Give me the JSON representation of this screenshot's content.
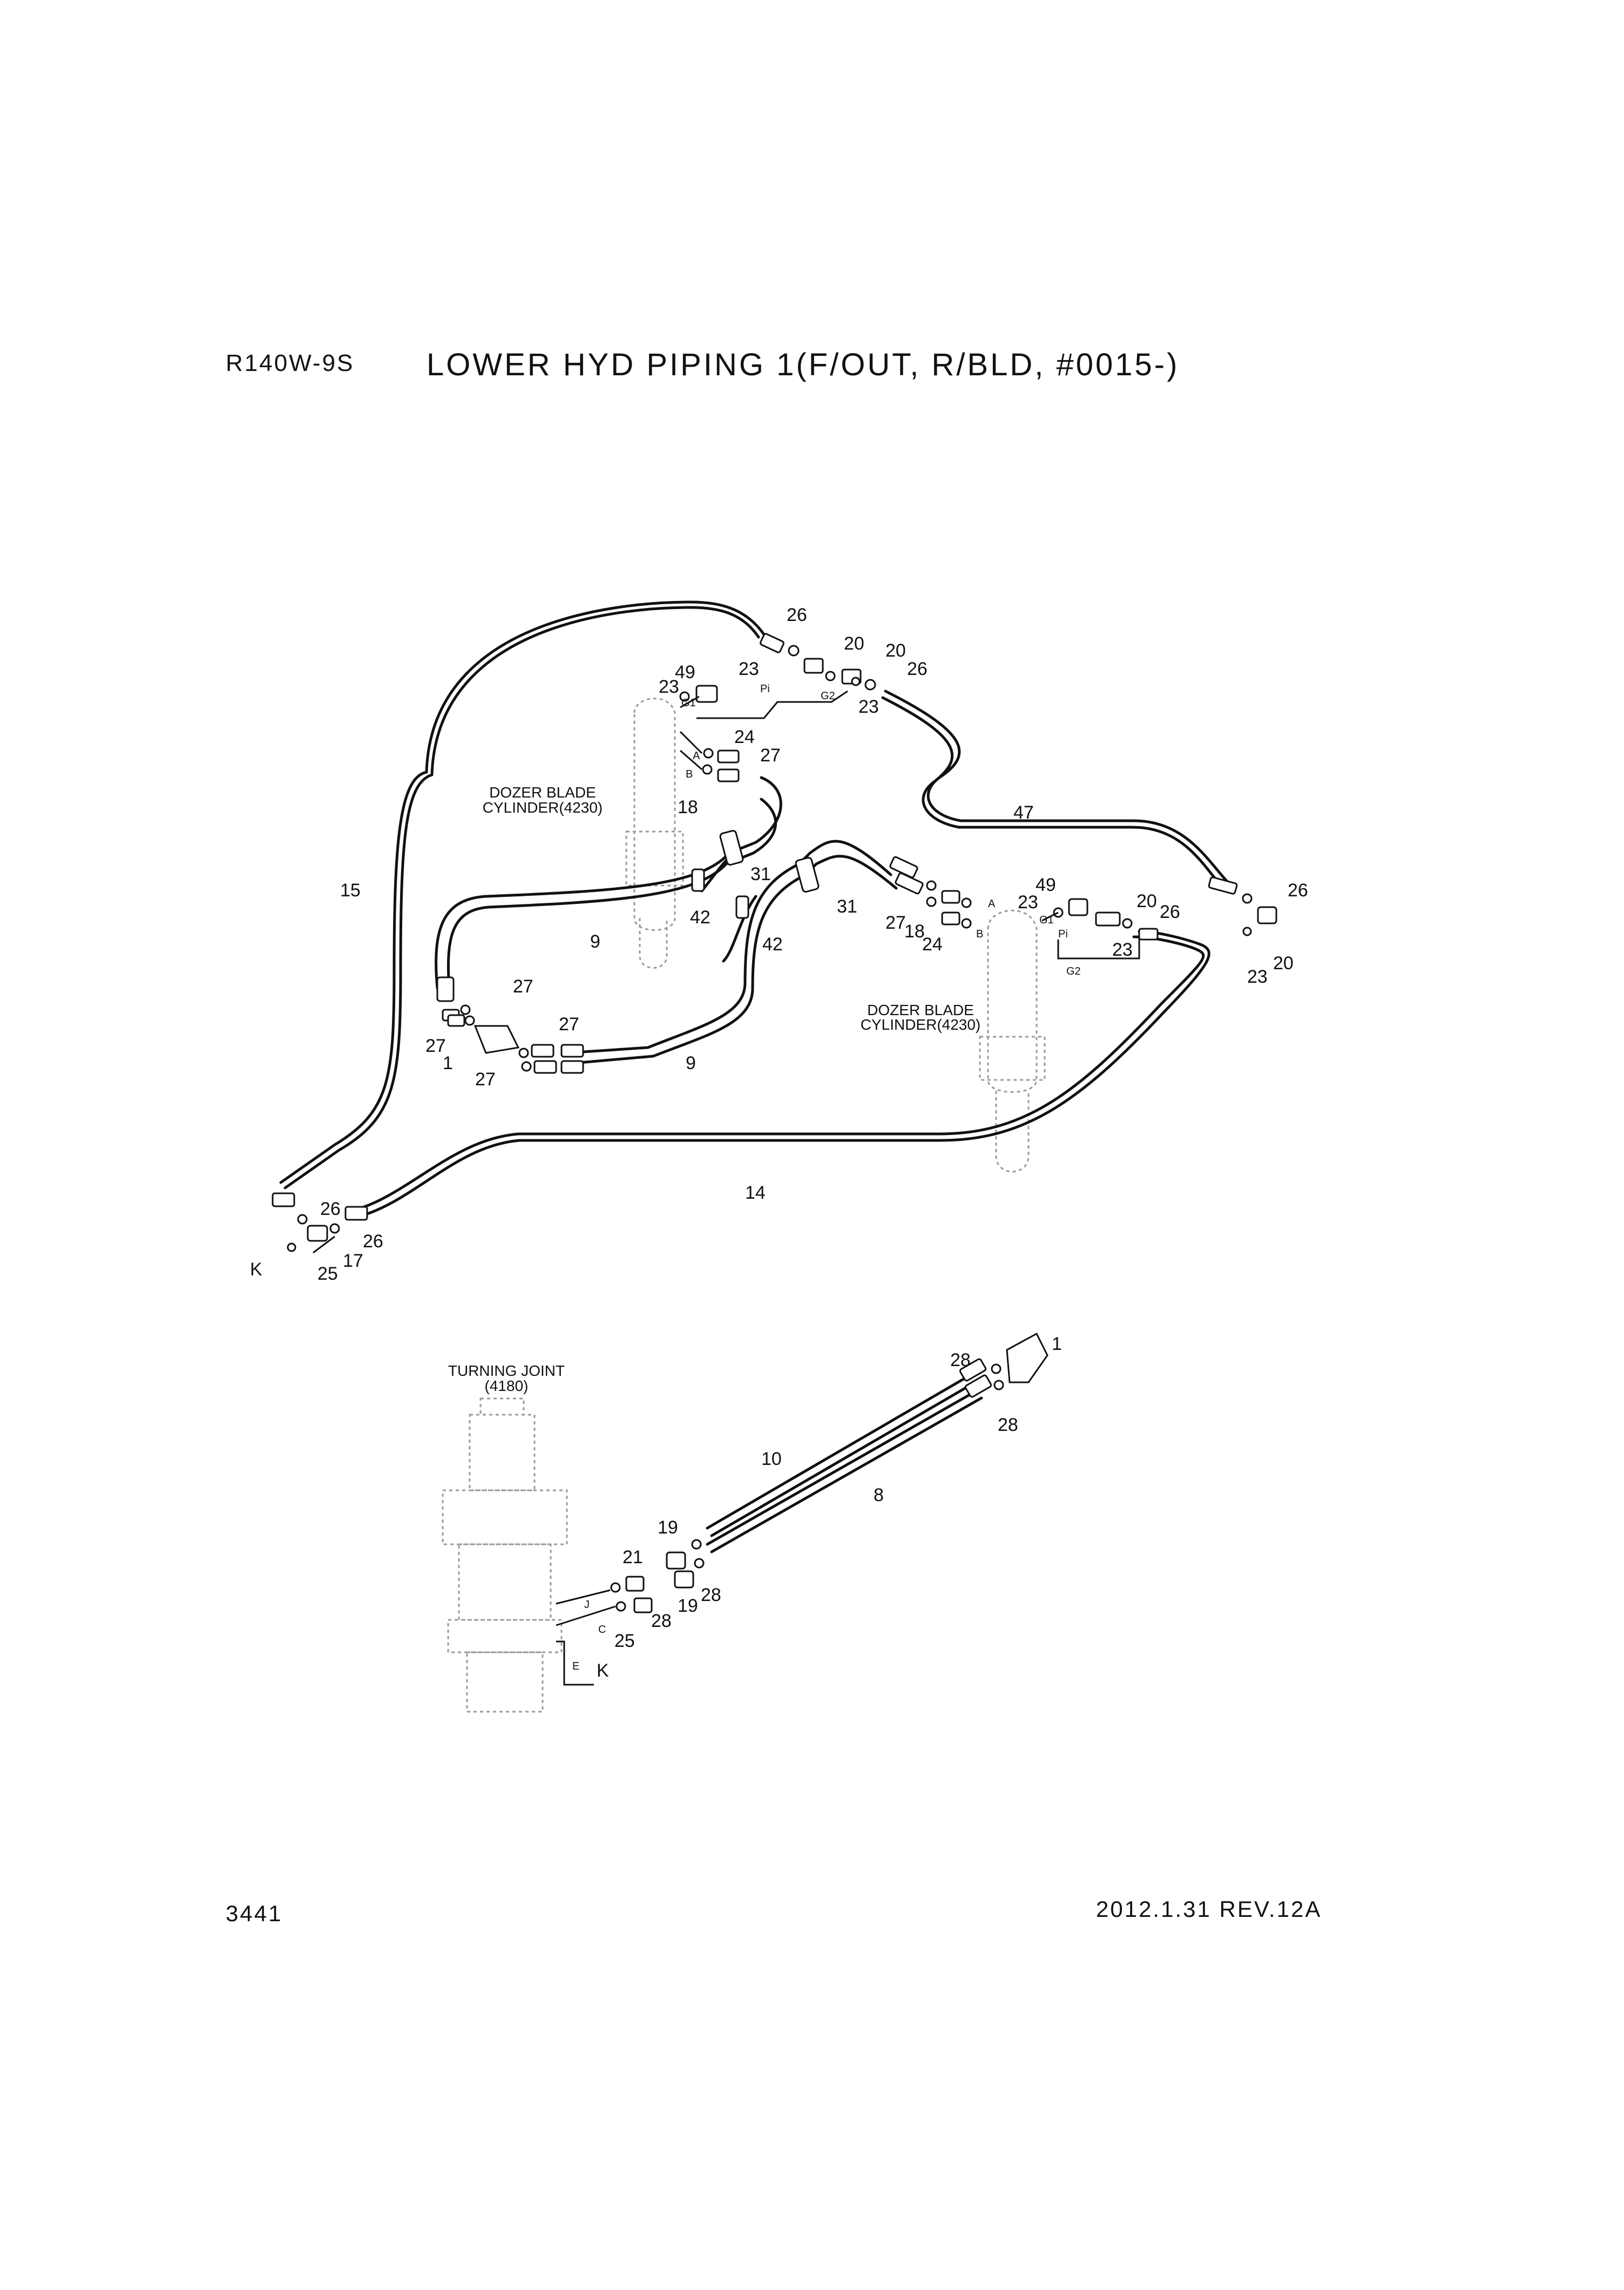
{
  "header": {
    "model": "R140W-9S",
    "title": "LOWER HYD PIPING 1(F/OUT, R/BLD, #0015-)"
  },
  "footer": {
    "page_number": "3441",
    "revision": "2012.1.31  REV.12A"
  },
  "captions": {
    "dozer_left_1": "DOZER BLADE",
    "dozer_left_2": "CYLINDER(4230)",
    "dozer_right_1": "DOZER BLADE",
    "dozer_right_2": "CYLINDER(4230)",
    "turning_joint_1": "TURNING JOINT",
    "turning_joint_2": "(4180)"
  },
  "part_labels": {
    "p26a": "26",
    "p20a": "20",
    "p20b": "20",
    "p26b": "26",
    "p49a": "49",
    "p23a": "23",
    "p23b": "23",
    "p23c": "23",
    "p24a": "24",
    "p27a": "27",
    "p18a": "18",
    "p47": "47",
    "p15": "15",
    "p31a": "31",
    "p31b": "31",
    "p42a": "42",
    "p42b": "42",
    "p9a": "9",
    "p9b": "9",
    "p27b": "27",
    "p27c": "27",
    "p27d": "27",
    "p27e": "27",
    "p1a": "1",
    "p49b": "49",
    "p23d": "23",
    "p20c": "20",
    "p26c": "26",
    "p26d": "26",
    "p27f": "27",
    "p18b": "18",
    "p24b": "24",
    "p23e": "23",
    "p23f": "23",
    "p20d": "20",
    "p14": "14",
    "p26e": "26",
    "p26f": "26",
    "p17": "17",
    "pK1": "K",
    "p25a": "25",
    "p28a": "28",
    "p1b": "1",
    "p28b": "28",
    "p10": "10",
    "p8": "8",
    "p19a": "19",
    "p21": "21",
    "p19b": "19",
    "p28c": "28",
    "p28d": "28",
    "p25b": "25",
    "pK2": "K"
  },
  "port_labels": {
    "g1a": "G1",
    "pia": "Pi",
    "g2a": "G2",
    "aa": "A",
    "ba": "B",
    "g1b": "G1",
    "pib": "Pi",
    "g2b": "G2",
    "ab": "A",
    "bb": "B",
    "j": "J",
    "c": "C",
    "e": "E"
  }
}
